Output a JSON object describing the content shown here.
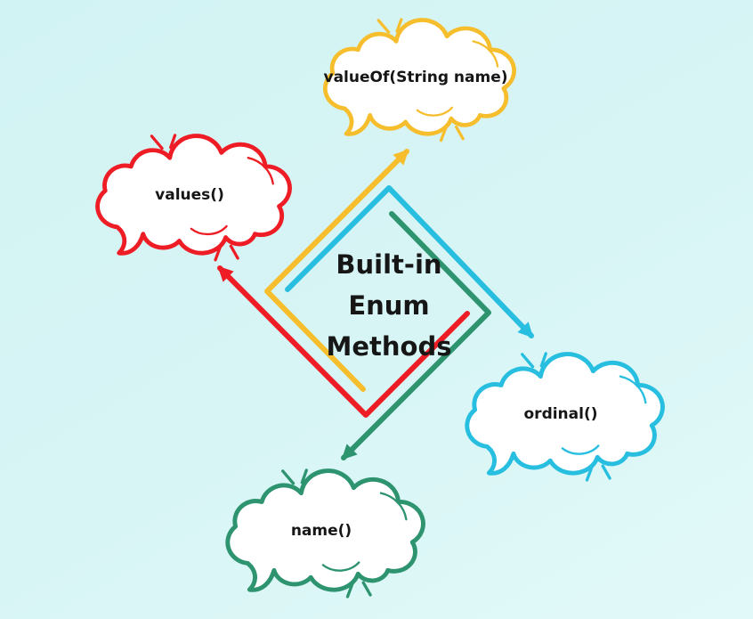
{
  "title": {
    "lines": [
      "Built-in",
      "Enum",
      "Methods"
    ]
  },
  "clouds": [
    {
      "id": "valueof",
      "label": "valueOf(String name)",
      "color_key": "yellow"
    },
    {
      "id": "values",
      "label": "values()",
      "color_key": "red"
    },
    {
      "id": "ordinal",
      "label": "ordinal()",
      "color_key": "cyan"
    },
    {
      "id": "name",
      "label": "name()",
      "color_key": "green"
    }
  ],
  "colors": {
    "yellow": "#F6BE2D",
    "red": "#EE1C25",
    "cyan": "#28BEE0",
    "green": "#2E9470",
    "text": "#161616",
    "cloud_fill": "#FFFFFF",
    "bg_from": "#D2F3F4",
    "bg_mid": "#D8F5F5",
    "bg_to": "#E2F9F9"
  }
}
